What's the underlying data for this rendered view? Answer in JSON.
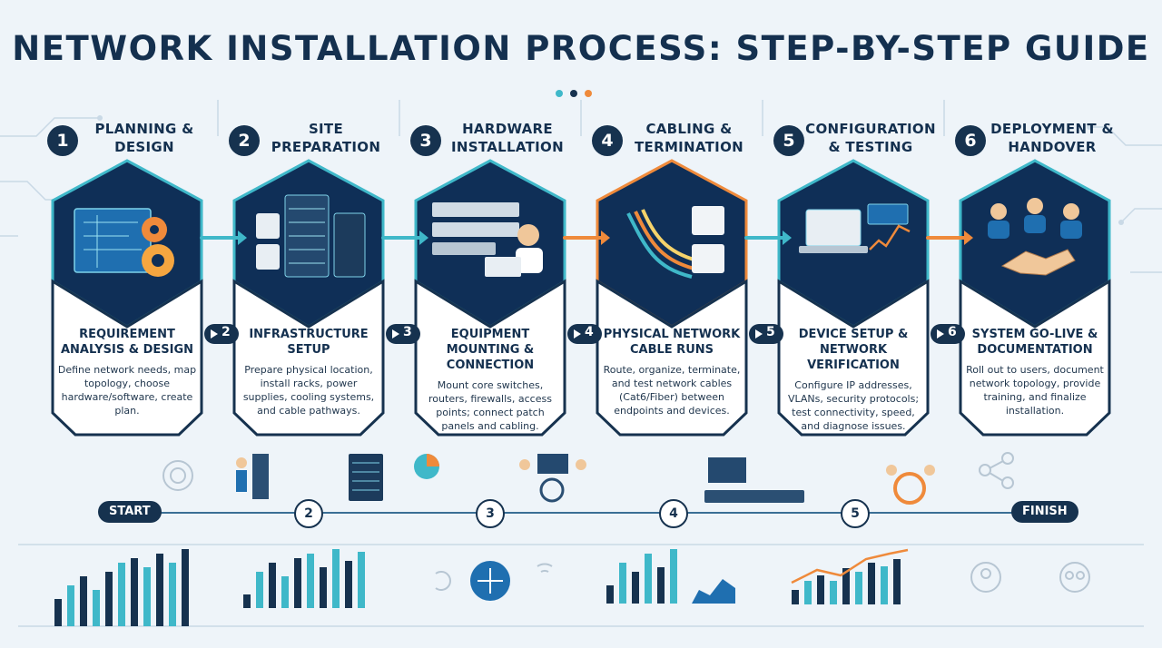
{
  "title": "NETWORK INSTALLATION PROCESS: STEP-BY-STEP GUIDE",
  "colors": {
    "navy": "#14304f",
    "teal": "#3fb8c9",
    "orange": "#ef8a3b",
    "card_bg": "#0f2f57"
  },
  "steps": [
    {
      "num": "1",
      "title": "PLANNING & DESIGN",
      "subtitle": "REQUIREMENT ANALYSIS & DESIGN",
      "desc": "Define network needs, map topology, choose hardware/software, create plan.",
      "icon": "blueprint-gears-icon"
    },
    {
      "num": "2",
      "title": "SITE PREPARATION",
      "subtitle": "INFRASTRUCTURE SETUP",
      "desc": "Prepare physical location, install racks, power supplies, cooling systems, and cable pathways.",
      "icon": "server-rack-outlets-icon"
    },
    {
      "num": "3",
      "title": "HARDWARE INSTALLATION",
      "subtitle": "EQUIPMENT MOUNTING & CONNECTION",
      "desc": "Mount core switches, routers, firewalls, access points; connect patch panels and cabling.",
      "icon": "switch-technician-icon"
    },
    {
      "num": "4",
      "title": "CABLING & TERMINATION",
      "subtitle": "PHYSICAL NETWORK CABLE RUNS",
      "desc": "Route, organize, terminate, and test network cables (Cat6/Fiber) between endpoints and devices.",
      "icon": "ethernet-cables-icon"
    },
    {
      "num": "5",
      "title": "CONFIGURATION & TESTING",
      "subtitle": "DEVICE SETUP & NETWORK VERIFICATION",
      "desc": "Configure IP addresses, VLANs, security protocols; test connectivity, speed, and diagnose issues.",
      "icon": "laptop-config-icon"
    },
    {
      "num": "6",
      "title": "DEPLOYMENT & HANDOVER",
      "subtitle": "SYSTEM GO-LIVE & DOCUMENTATION",
      "desc": "Roll out to users, document network topology, provide training, and finalize installation.",
      "icon": "handshake-icon"
    }
  ],
  "connectors": [
    "2",
    "3",
    "4",
    "5",
    "6"
  ],
  "timeline": {
    "start": "START",
    "finish": "FINISH",
    "markers": [
      "2",
      "3",
      "4",
      "5"
    ]
  }
}
